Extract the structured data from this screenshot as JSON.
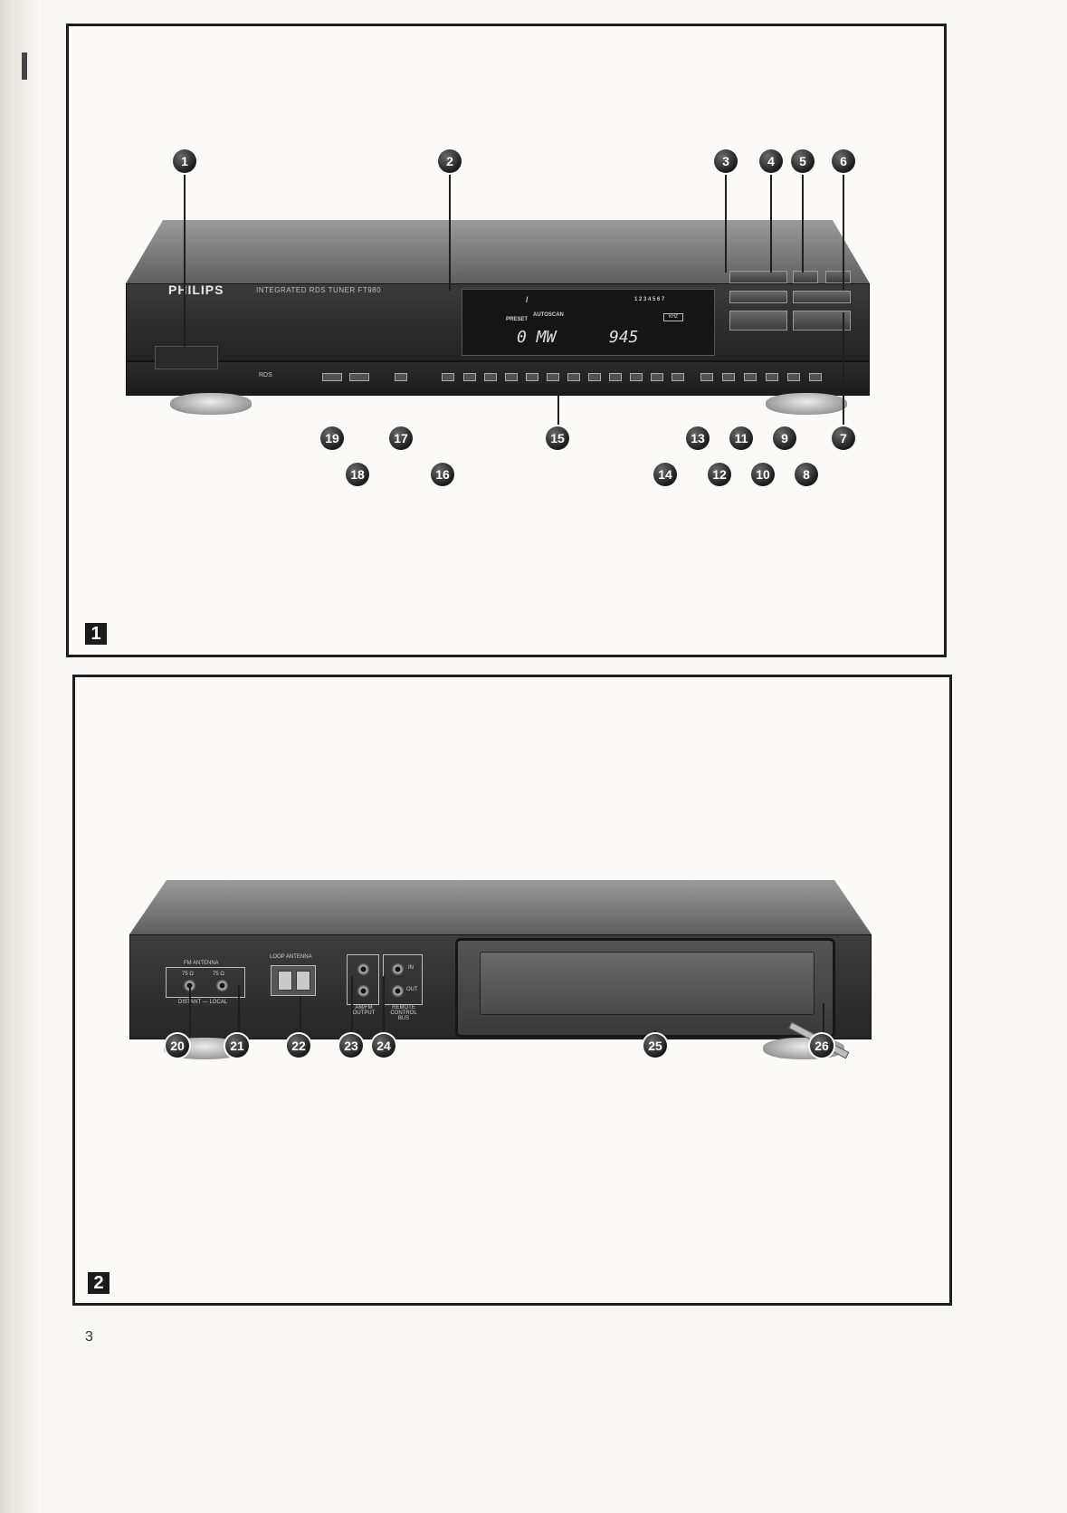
{
  "figure1": {
    "label": "1",
    "brand": "PHILIPS",
    "model": "INTEGRATED RDS TUNER FT980",
    "display": {
      "preset_label": "PRESET",
      "autoscan_label": "AUTOSCAN",
      "channel_marker": "/",
      "channel_numbers": "1 2 3 4 5 6 7",
      "band_text": "0 MW",
      "frequency_text": "945",
      "unit_box": "KHZ"
    },
    "rds_logo": "RDS",
    "callouts": [
      "1",
      "2",
      "3",
      "4",
      "5",
      "6",
      "7",
      "8",
      "9",
      "10",
      "11",
      "12",
      "13",
      "14",
      "15",
      "16",
      "17",
      "18",
      "19"
    ]
  },
  "figure2": {
    "label": "2",
    "fm_antenna_label": "FM ANTENNA",
    "fm_impedance_left": "75 Ω",
    "fm_impedance_right": "75 Ω",
    "distant_local_label": "DISTANT — LOCAL",
    "loop_antenna_label": "LOOP ANTENNA",
    "output_label": "AM/FM OUTPUT",
    "in_label": "IN",
    "out_label": "OUT",
    "remote_label": "REMOTE CONTROL BUS",
    "callouts": [
      "20",
      "21",
      "22",
      "23",
      "24",
      "25",
      "26"
    ]
  },
  "page_number": "3"
}
